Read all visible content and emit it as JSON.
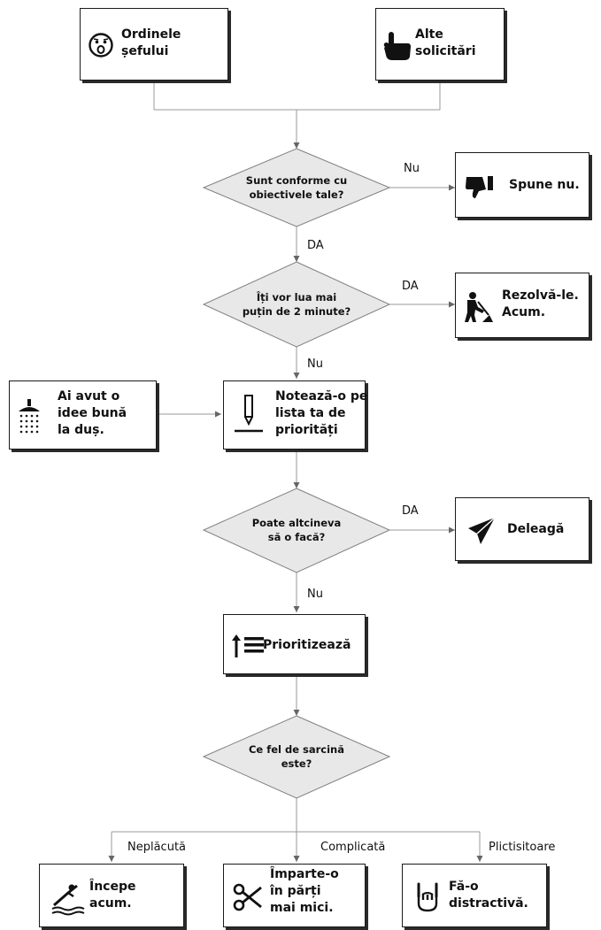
{
  "nodes": {
    "boss_orders": [
      "Ordinele",
      "șefului"
    ],
    "other_requests": [
      "Alte",
      "solicitări"
    ],
    "say_no": [
      "Spune nu."
    ],
    "solve_now": [
      "Rezolvă-le.",
      "Acum."
    ],
    "shower_idea": [
      "Ai avut o",
      "idee bună",
      "la duș."
    ],
    "write_down": [
      "Notează-o pe",
      "lista ta de",
      "priorități"
    ],
    "delegate": [
      "Deleagă"
    ],
    "prioritize": [
      "Prioritizează"
    ],
    "start_now": [
      "Începe",
      "acum."
    ],
    "split_smaller": [
      "Împarte-o",
      "în părți",
      "mai mici."
    ],
    "make_fun": [
      "Fă-o",
      "distractivă."
    ]
  },
  "decisions": {
    "aligned_goals": [
      "Sunt conforme cu",
      "obiectivele tale?"
    ],
    "under_two_minutes": [
      "Îți vor lua mai",
      "puțin de 2 minute?"
    ],
    "someone_else": [
      "Poate altcineva",
      "să o facă?"
    ],
    "task_type": [
      "Ce fel de sarcină",
      "este?"
    ]
  },
  "labels": {
    "aligned_no": "Nu",
    "aligned_yes": "DA",
    "two_min_yes": "DA",
    "two_min_no": "Nu",
    "someone_yes": "DA",
    "someone_no": "Nu",
    "unpleasant": "Neplăcută",
    "complicated": "Complicată",
    "boring": "Plictisitoare"
  },
  "icons": {
    "boss_orders": "shocked-face-icon",
    "other_requests": "pointing-hand-icon",
    "say_no": "thumbs-down-icon",
    "solve_now": "worker-digging-icon",
    "shower_idea": "shower-icon",
    "write_down": "pen-icon",
    "delegate": "paper-plane-icon",
    "prioritize": "priority-list-icon",
    "start_now": "diver-icon",
    "split_smaller": "scissors-icon",
    "make_fun": "rock-hand-icon"
  }
}
